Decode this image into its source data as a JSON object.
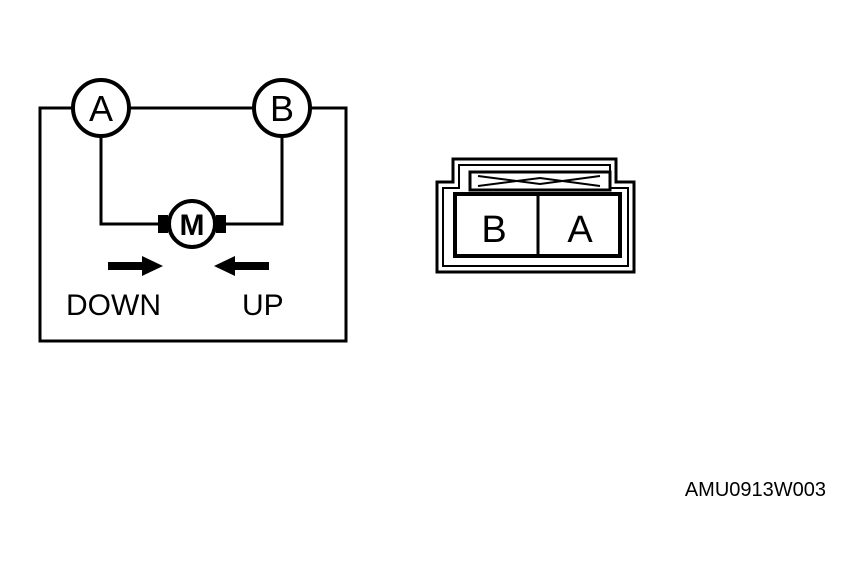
{
  "circuit": {
    "terminals": [
      "A",
      "B"
    ],
    "motor_label": "M",
    "direction_labels": [
      "DOWN",
      "UP"
    ]
  },
  "connector": {
    "pins": [
      "B",
      "A"
    ]
  },
  "figure_code": "AMU0913W003",
  "colors": {
    "ink": "#000000",
    "background": "#ffffff"
  }
}
